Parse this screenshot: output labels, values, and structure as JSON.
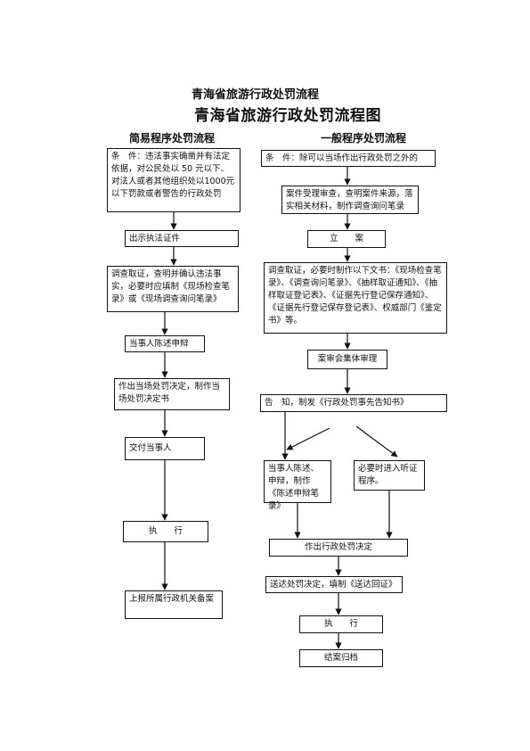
{
  "title": "青海省旅游行政处罚流程",
  "subtitle": "青海省旅游行政处罚流程图",
  "left": {
    "heading": "简易程序处罚流程",
    "steps": [
      "条　件：违法事实确凿并有法定依据，对公民处以 50 元以下、对法人或者其他组织处以1000元以下罚款或者警告的行政处罚",
      "出示执法证件",
      "调查取证，查明并确认违法事实，必要时应填制《现场检查笔录》或《现场调查询问笔录》",
      "当事人陈述申辩",
      "作出当场处罚决定，制作当场处罚决定书",
      "交付当事人",
      "执　　行",
      "上报所属行政机关备案"
    ]
  },
  "right": {
    "heading": "一般程序处罚流程",
    "steps": [
      "条　件：除可以当场作出行政处罚之外的",
      "案件受理审查，查明案件来源，落实相关材料，制作调查询问笔录",
      "立　　案",
      "调查取证，必要时制作以下文书：《现场检查笔录》、《调查询问笔录》、《抽样取证通知》、《抽样取证登记表》、《证据先行登记保存通知》、《证据先行登记保存登记表》、权威部门《鉴定书》等。",
      "案审会集体审理",
      "告　知，制发《行政处罚事先告知书》",
      "当事人陈述、申辩，制作《陈述申辩笔录》",
      "必要时进入听证程序。",
      "作出行政处罚决定",
      "送达处罚决定，填制《送达回证》",
      "执　　行",
      "结案归档"
    ]
  }
}
